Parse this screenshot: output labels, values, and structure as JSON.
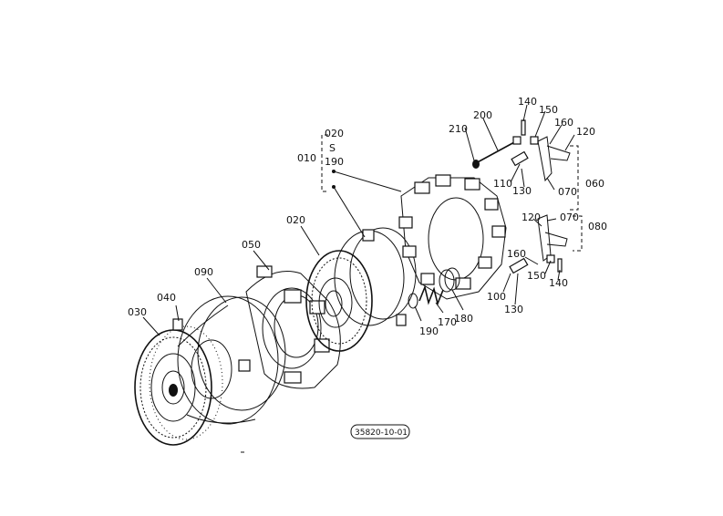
{
  "diagram": {
    "ref_code": "35820-10-01",
    "parts": {
      "p010": "010",
      "p020_group": "020",
      "p020_range": "S",
      "p190_group": "190",
      "p020": "020",
      "p030": "030",
      "p040": "040",
      "p050": "050",
      "p060": "060",
      "p070a": "070",
      "p070b": "070",
      "p080": "080",
      "p090": "090",
      "p100": "100",
      "p110": "110",
      "p120a": "120",
      "p120b": "120",
      "p130a": "130",
      "p130b": "130",
      "p140a": "140",
      "p140b": "140",
      "p150a": "150",
      "p150b": "150",
      "p160a": "160",
      "p160b": "160",
      "p170": "170",
      "p180": "180",
      "p190": "190",
      "p200": "200",
      "p210": "210"
    }
  }
}
